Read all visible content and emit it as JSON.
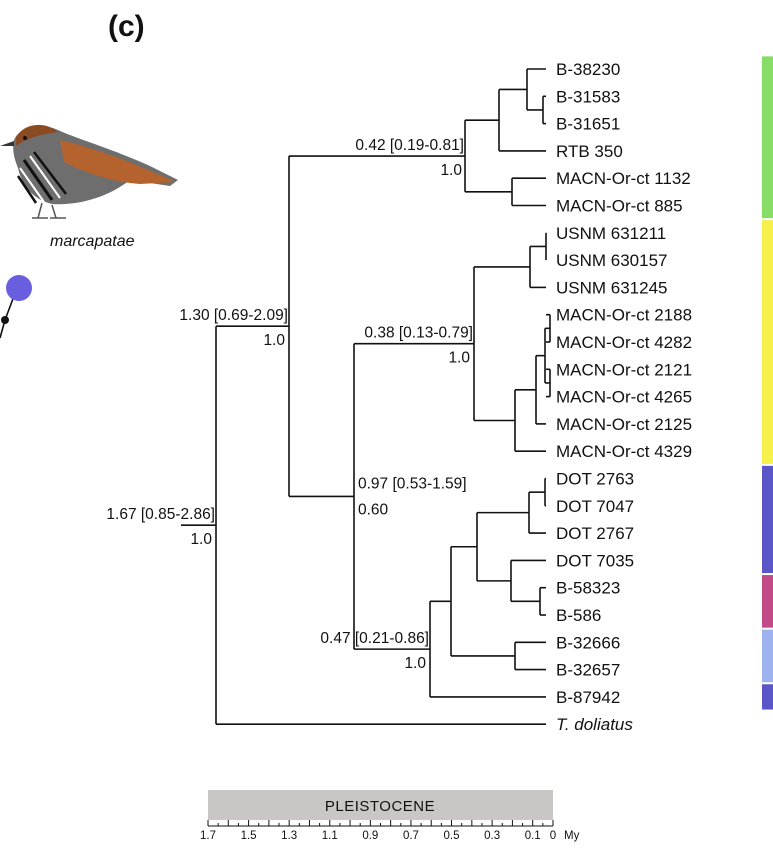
{
  "panel_label": "(c)",
  "species_label": "marcapatae",
  "tips": [
    {
      "id": "t1",
      "label": "B-38230"
    },
    {
      "id": "t2",
      "label": "B-31583"
    },
    {
      "id": "t3",
      "label": "B-31651"
    },
    {
      "id": "t4",
      "label": "RTB 350"
    },
    {
      "id": "t5",
      "label": "MACN-Or-ct 1132"
    },
    {
      "id": "t6",
      "label": "MACN-Or-ct 885"
    },
    {
      "id": "t7",
      "label": "USNM 631211"
    },
    {
      "id": "t8",
      "label": "USNM 630157"
    },
    {
      "id": "t9",
      "label": "USNM 631245"
    },
    {
      "id": "t10",
      "label": "MACN-Or-ct 2188"
    },
    {
      "id": "t11",
      "label": "MACN-Or-ct 4282"
    },
    {
      "id": "t12",
      "label": "MACN-Or-ct 2121"
    },
    {
      "id": "t13",
      "label": "MACN-Or-ct 4265"
    },
    {
      "id": "t14",
      "label": "MACN-Or-ct 2125"
    },
    {
      "id": "t15",
      "label": "MACN-Or-ct 4329"
    },
    {
      "id": "t16",
      "label": "DOT 2763"
    },
    {
      "id": "t17",
      "label": "DOT 7047"
    },
    {
      "id": "t18",
      "label": "DOT 2767"
    },
    {
      "id": "t19",
      "label": "DOT 7035"
    },
    {
      "id": "t20",
      "label": "B-58323"
    },
    {
      "id": "t21",
      "label": "B-586"
    },
    {
      "id": "t22",
      "label": "B-32666"
    },
    {
      "id": "t23",
      "label": "B-32657"
    },
    {
      "id": "t24",
      "label": "B-87942"
    },
    {
      "id": "t25",
      "label": "T. doliatus",
      "italic": true
    }
  ],
  "node_labels": [
    {
      "id": "root",
      "age": "1.67 [0.85-2.86]",
      "support": "1.0"
    },
    {
      "id": "ingroup",
      "age": "1.30 [0.69-2.09]",
      "support": "1.0"
    },
    {
      "id": "cladeA",
      "age": "0.42 [0.19-0.81]",
      "support": "1.0"
    },
    {
      "id": "cladeBC",
      "age": "0.97 [0.53-1.59]",
      "support": "0.60"
    },
    {
      "id": "cladeB",
      "age": "0.38 [0.13-0.79]",
      "support": "1.0"
    },
    {
      "id": "cladeC",
      "age": "0.47 [0.21-0.86]",
      "support": "1.0"
    }
  ],
  "clade_bars": [
    {
      "name": "green",
      "color": "#88dd66",
      "from": "t1",
      "to": "t6"
    },
    {
      "name": "yellow",
      "color": "#f6f04a",
      "from": "t7",
      "to": "t15"
    },
    {
      "name": "blue-1",
      "color": "#5a56c8",
      "from": "t16",
      "to": "t19"
    },
    {
      "name": "magenta",
      "color": "#c24a86",
      "from": "t20",
      "to": "t21"
    },
    {
      "name": "light-blue",
      "color": "#9fb2f0",
      "from": "t22",
      "to": "t23"
    },
    {
      "name": "blue-2",
      "color": "#5a56c8",
      "from": "t24",
      "to": "t24"
    }
  ],
  "timescale": {
    "era": "PLEISTOCENE",
    "unit": "My",
    "max": 1.7,
    "min": 0,
    "labels": [
      "1.7",
      "1.5",
      "1.3",
      "1.1",
      "0.9",
      "0.7",
      "0.5",
      "0.3",
      "0.1",
      "0"
    ],
    "label_values": [
      1.7,
      1.5,
      1.3,
      1.1,
      0.9,
      0.7,
      0.5,
      0.3,
      0.1,
      0
    ],
    "minor_step": 0.05
  },
  "colors": {
    "line": "#111111",
    "era_band": "#cbc6c6",
    "haplotype_node": "#6a5ee0",
    "bird_rufous": "#b5632e",
    "bird_grey": "#6e6e6e"
  }
}
